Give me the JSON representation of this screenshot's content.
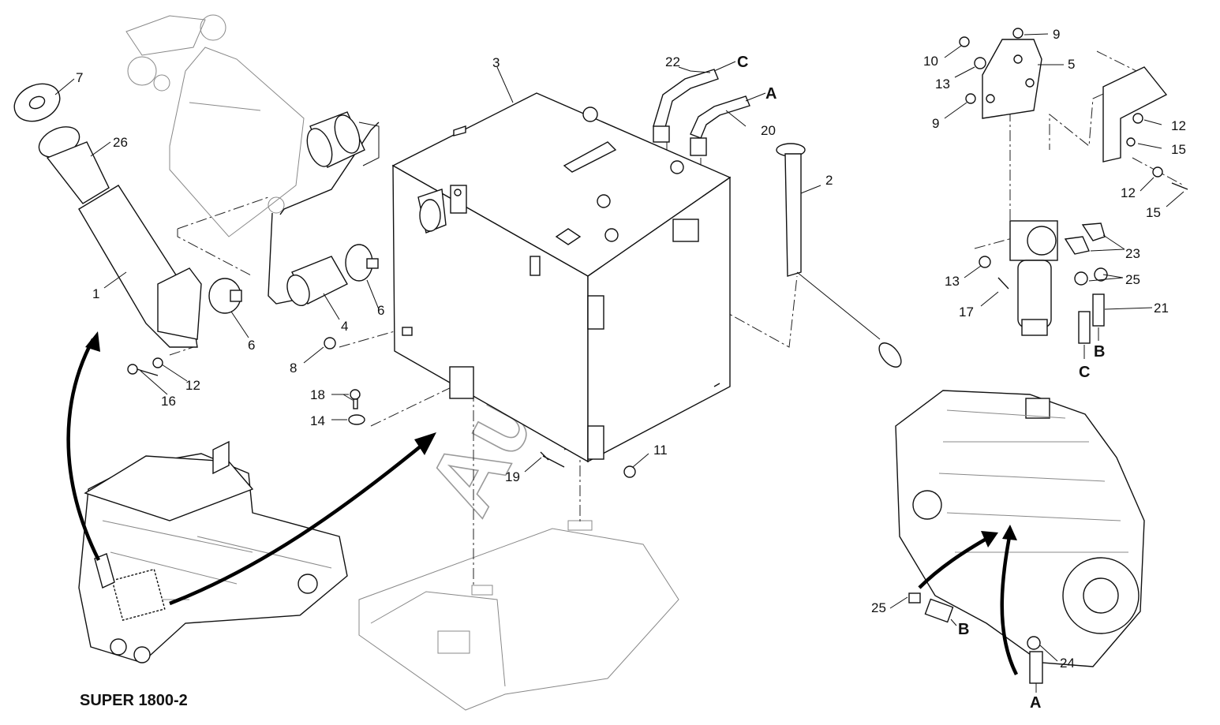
{
  "title": "SUPER 1800-2",
  "watermark": "AutoSoft",
  "callouts": {
    "c1": "1",
    "c2": "2",
    "c3": "3",
    "c4": "4",
    "c5": "5",
    "c6a": "6",
    "c6b": "6",
    "c7": "7",
    "c8": "8",
    "c9a": "9",
    "c9b": "9",
    "c10": "10",
    "c11": "11",
    "c12a": "12",
    "c12b": "12",
    "c12c": "12",
    "c13a": "13",
    "c13b": "13",
    "c14": "14",
    "c15a": "15",
    "c15b": "15",
    "c16": "16",
    "c17": "17",
    "c18": "18",
    "c19": "19",
    "c20": "20",
    "c21": "21",
    "c22": "22",
    "c23": "23",
    "c24": "24",
    "c25a": "25",
    "c25b": "25",
    "c26": "26"
  },
  "connectors": {
    "a_top": "A",
    "c_top": "C",
    "b_filter": "B",
    "c_filter": "C",
    "b_engine": "B",
    "a_engine": "A"
  },
  "colors": {
    "line": "#111111",
    "watermark": "#9a9a9a",
    "background": "#ffffff"
  }
}
